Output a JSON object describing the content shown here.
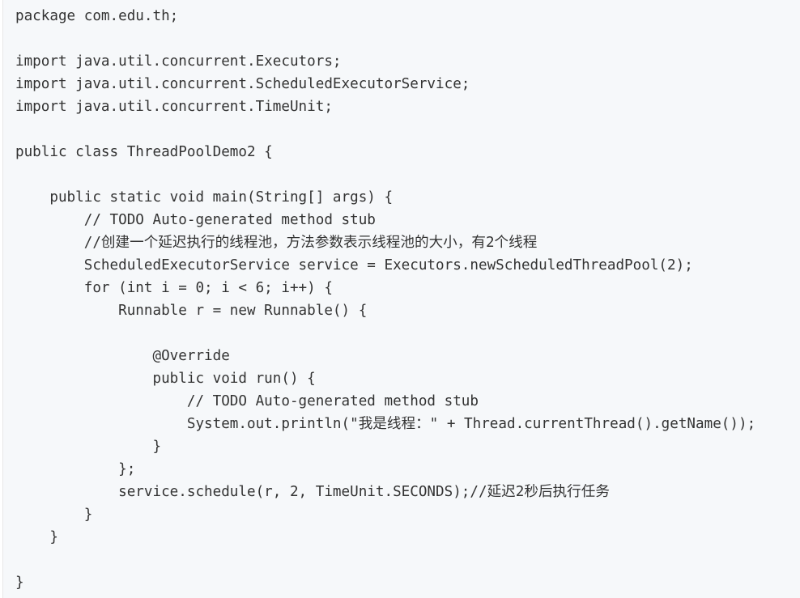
{
  "code": {
    "language": "java",
    "lines": [
      "package com.edu.th;",
      "",
      "import java.util.concurrent.Executors;",
      "import java.util.concurrent.ScheduledExecutorService;",
      "import java.util.concurrent.TimeUnit;",
      "",
      "public class ThreadPoolDemo2 {",
      "",
      "    public static void main(String[] args) {",
      "        // TODO Auto-generated method stub",
      "        //创建一个延迟执行的线程池，方法参数表示线程池的大小，有2个线程",
      "        ScheduledExecutorService service = Executors.newScheduledThreadPool(2);",
      "        for (int i = 0; i < 6; i++) {",
      "            Runnable r = new Runnable() {",
      "",
      "                @Override",
      "                public void run() {",
      "                    // TODO Auto-generated method stub",
      "                    System.out.println(\"我是线程：\" + Thread.currentThread().getName());",
      "                }",
      "            };",
      "            service.schedule(r, 2, TimeUnit.SECONDS);//延迟2秒后执行任务",
      "        }",
      "    }",
      "",
      "}"
    ]
  }
}
